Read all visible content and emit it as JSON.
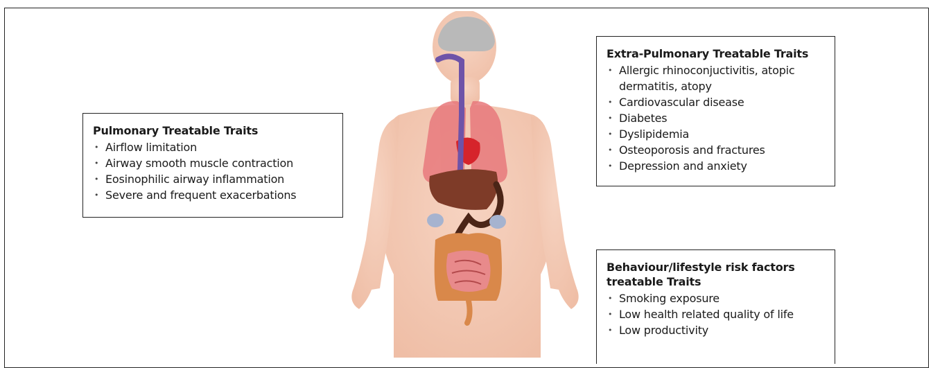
{
  "pulmonary": {
    "title": "Pulmonary Treatable Traits",
    "items": [
      "Airflow limitation",
      "Airway smooth muscle contraction",
      "Eosinophilic airway inflammation",
      "Severe and frequent exacerbations"
    ]
  },
  "extra_pulmonary": {
    "title": "Extra-Pulmonary Treatable Traits",
    "items": [
      "Allergic rhinoconjuctivitis, atopic dermatitis, atopy",
      "Cardiovascular disease",
      "Diabetes",
      "Dyslipidemia",
      "Osteoporosis and fractures",
      "Depression and anxiety"
    ]
  },
  "behaviour": {
    "title": "Behaviour/lifestyle risk factors treatable Traits",
    "items": [
      "Smoking exposure",
      "Low health related quality of life",
      "Low productivity"
    ]
  },
  "colors": {
    "skin": "#f3c9b4",
    "brain": "#b9b9b9",
    "lungs": "#e8797c",
    "liver": "#7e3b28",
    "intestine": "#d9884a",
    "esophagus": "#6e53a8"
  },
  "icons": {
    "figure": "human-body-anatomy-icon"
  }
}
